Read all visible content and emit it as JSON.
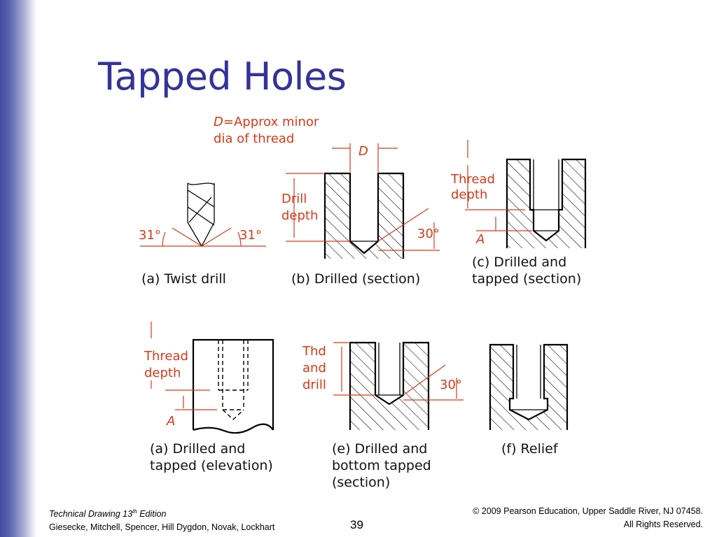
{
  "slide": {
    "title": "Tapped Holes",
    "page_number": "39"
  },
  "diagram": {
    "note_line1_var": "D",
    "note_line1_rest": "=Approx minor",
    "note_line2": "dia of thread",
    "dim_D": "D",
    "label_drill": "Drill",
    "label_depth": "depth",
    "label_thread": "Thread",
    "label_thread_depth": "depth",
    "label_A": "A",
    "angle_31": "31°",
    "angle_30": "30°",
    "label_thd": "Thd",
    "label_and": "and",
    "label_drill2": "drill",
    "captions": {
      "a_twist": "(a) Twist drill",
      "b_drilled": "(b) Drilled (section)",
      "c_line1": "(c) Drilled and",
      "c_line2": "tapped (section)",
      "a2_line1": "(a) Drilled and",
      "a2_line2": "tapped (elevation)",
      "e_line1": "(e) Drilled and",
      "e_line2": "bottom tapped",
      "e_line3": "(section)",
      "f_relief": "(f) Relief"
    }
  },
  "footer": {
    "book_title": "Technical Drawing  13",
    "edition_sup": "th",
    "edition_word": " Edition",
    "authors": "Giesecke, Mitchell, Spencer, Hill Dygdon, Novak, Lockhart",
    "copyright": "© 2009 Pearson Education, Upper Saddle River, NJ 07458.",
    "rights": "All Rights Reserved."
  },
  "colors": {
    "title": "#333399",
    "annotation": "#d63a1a",
    "sidebar": "#3f4a9e"
  }
}
